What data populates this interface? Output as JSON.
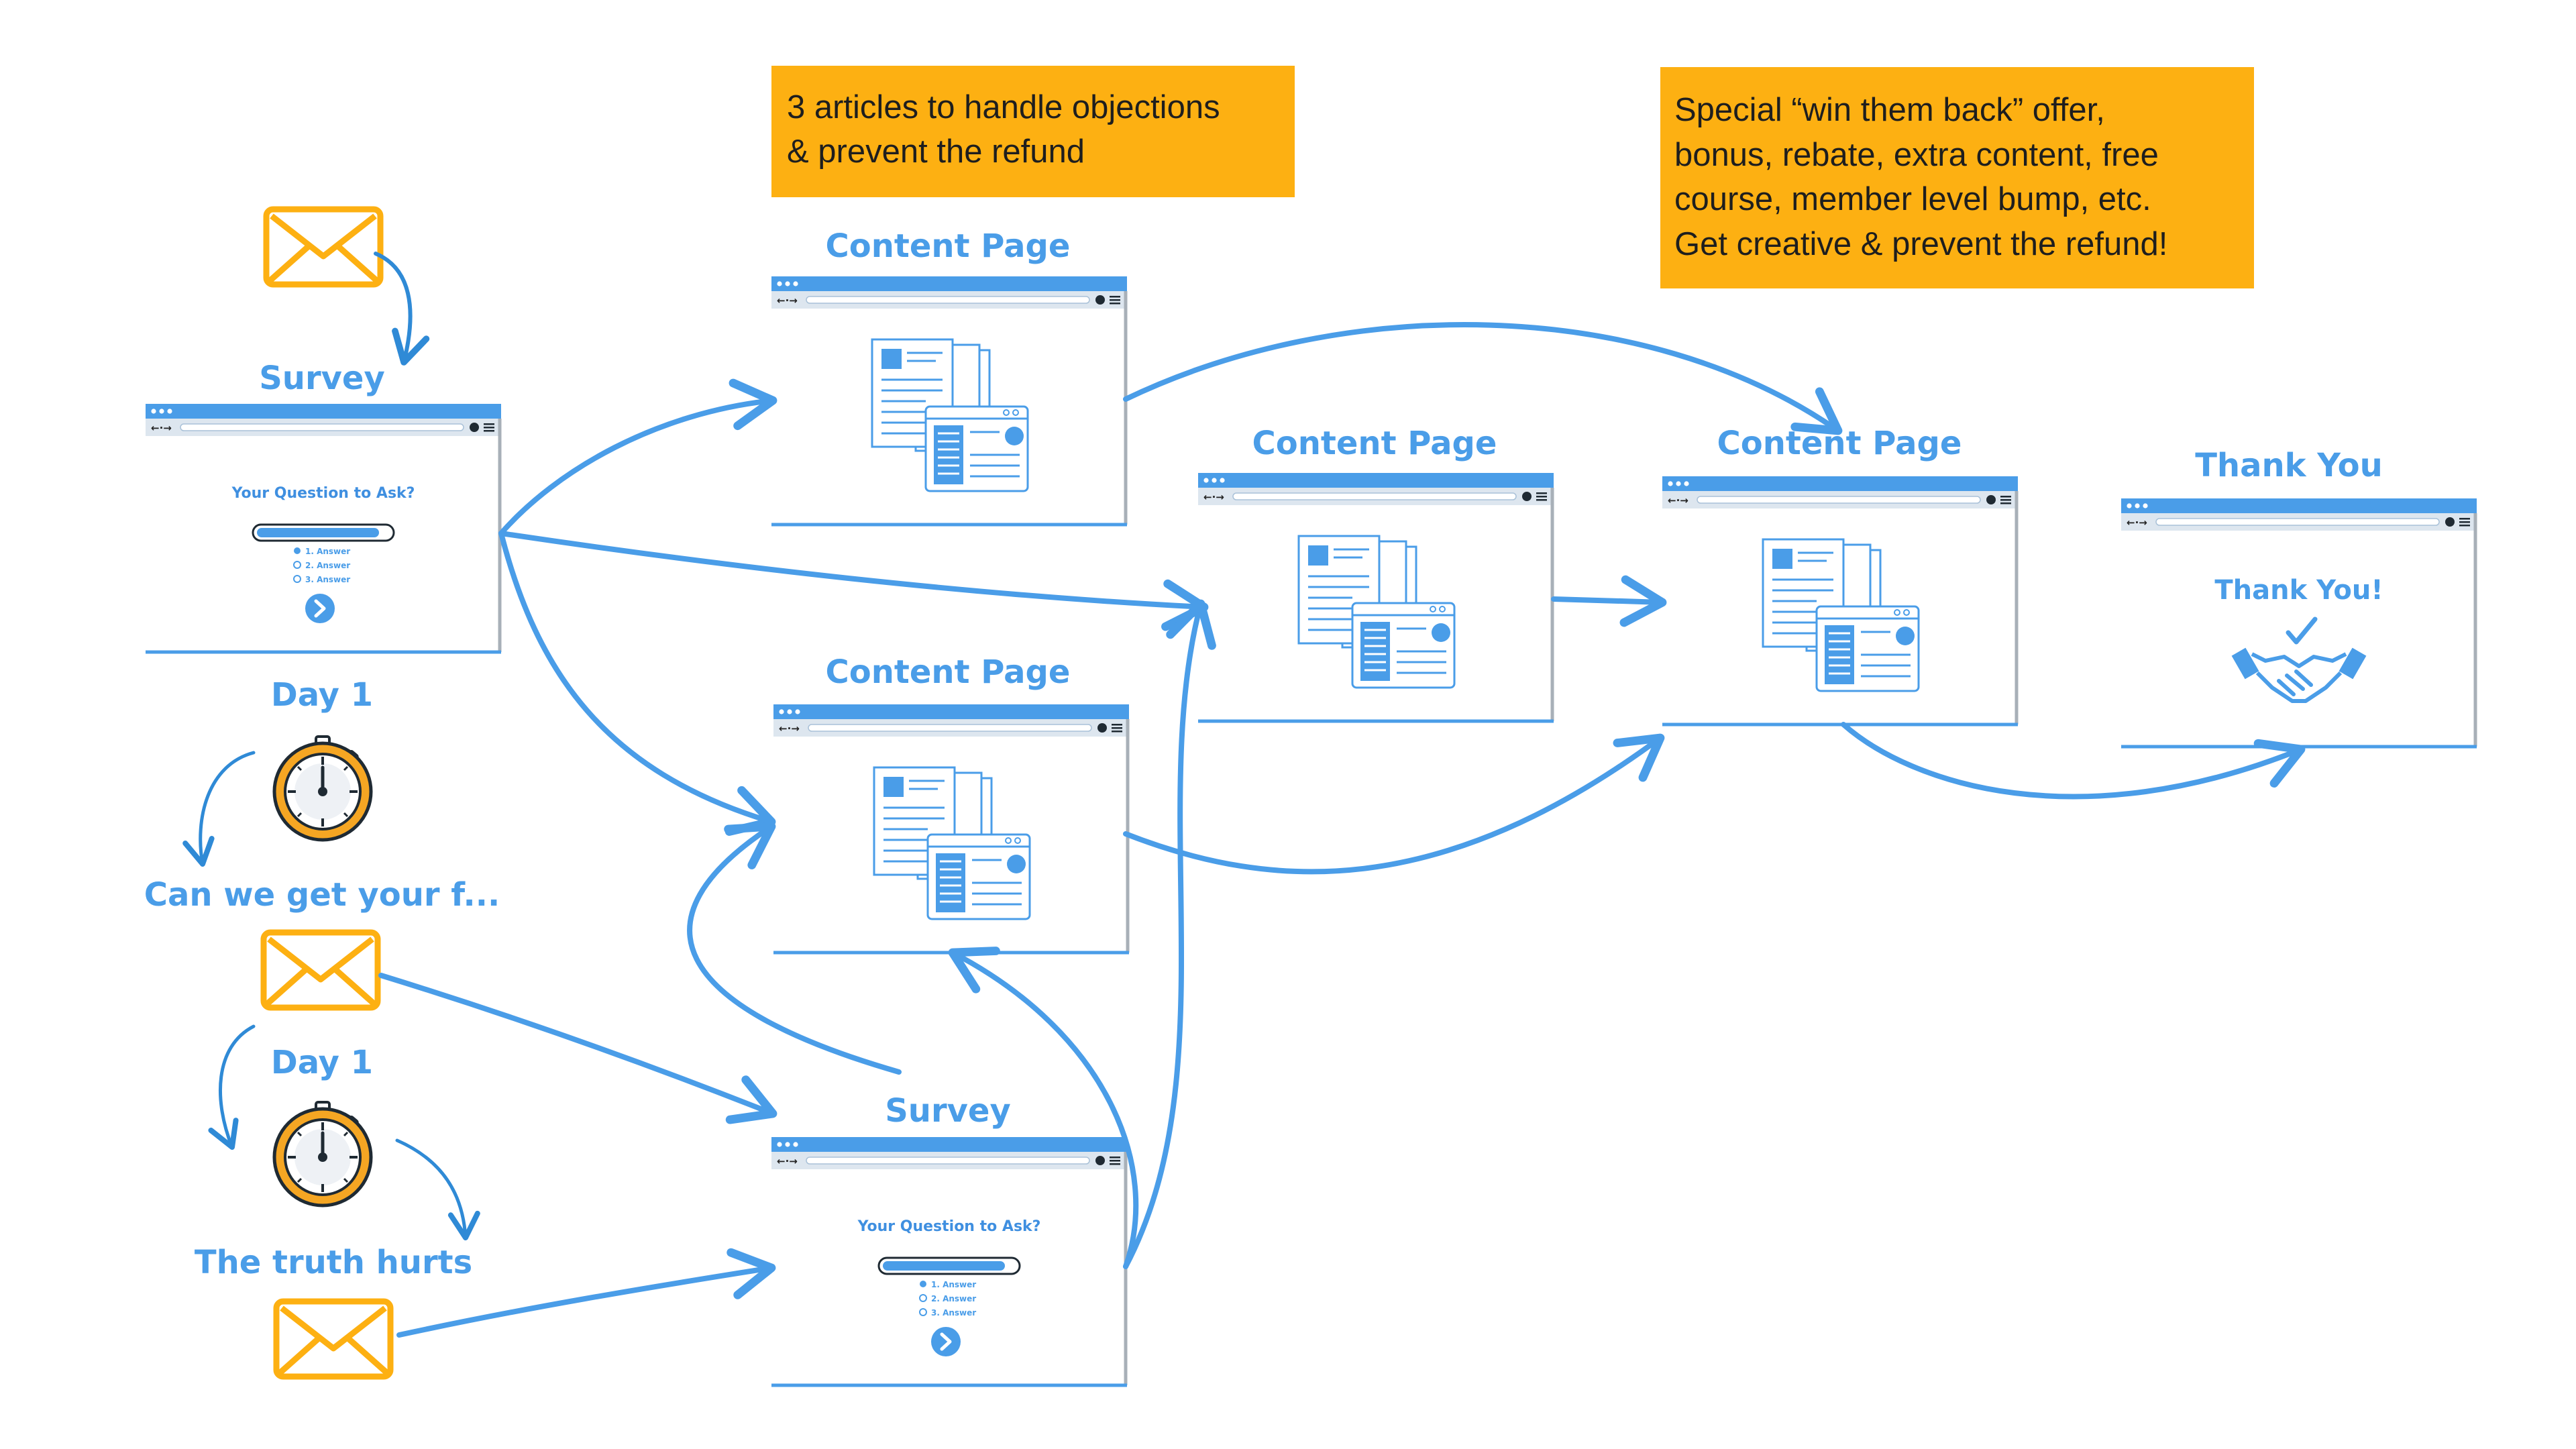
{
  "notes": {
    "objections": [
      "3 articles to handle objections",
      "& prevent the refund"
    ],
    "win_back": [
      "Special “win them back” offer,",
      "bonus, rebate, extra content, free",
      "course, member level bump, etc.",
      "Get creative & prevent the refund!"
    ]
  },
  "labels": {
    "survey_1": "Survey",
    "survey_2": "Survey",
    "content_1": "Content Page",
    "content_2": "Content Page",
    "content_3": "Content Page",
    "content_4": "Content Page",
    "thank_you": "Thank You",
    "day_1": "Day 1",
    "day_2": "Day 1",
    "email_2": "Can we get your f...",
    "email_3": "The truth hurts"
  },
  "survey_form": {
    "question": "Your Question to Ask?",
    "answers": [
      "1. Answer",
      "2. Answer",
      "3. Answer"
    ]
  },
  "thank_you_page": {
    "heading": "Thank You!"
  },
  "colors": {
    "accent_blue": "#4a9de8",
    "note_orange": "#fdb012",
    "email_orange": "#fdb012",
    "timer_orange": "#f5a623"
  }
}
